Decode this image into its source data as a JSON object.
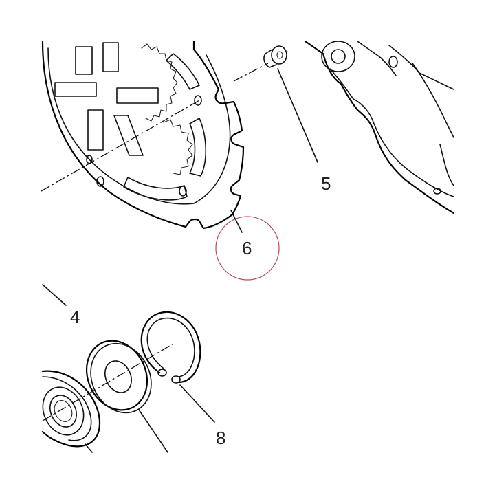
{
  "callouts": {
    "c4": "4",
    "c5": "5",
    "c6": "6",
    "c8": "8"
  },
  "colors": {
    "line": "#111111",
    "highlight_circle": "#c0485a",
    "background": "#ffffff"
  },
  "highlighted_callout": "6"
}
